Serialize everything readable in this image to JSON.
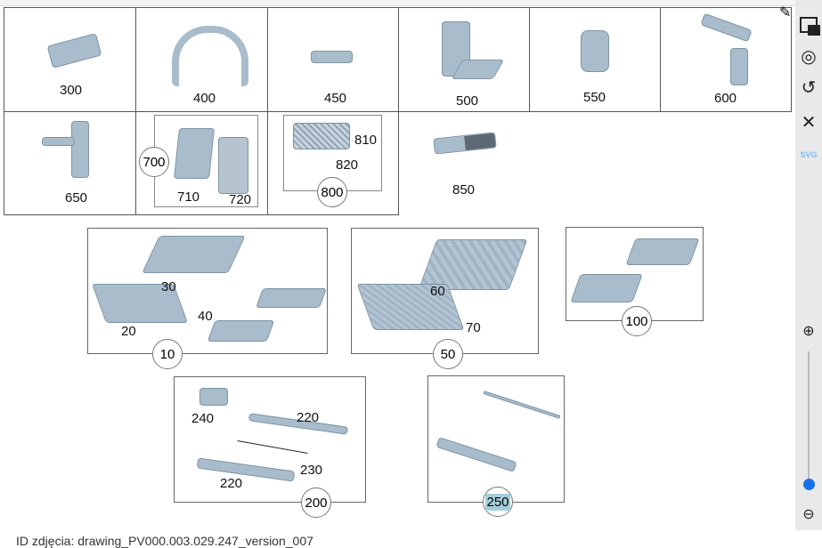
{
  "top_row": [
    "300",
    "400",
    "450",
    "500",
    "550",
    "600"
  ],
  "second_row": {
    "c650": "650",
    "c710": "710",
    "c720": "720",
    "c700": "700",
    "c810": "810",
    "c820": "820",
    "c800": "800",
    "c850": "850"
  },
  "mats": {
    "g10": {
      "circle": "10",
      "l20": "20",
      "l30": "30",
      "l40": "40"
    },
    "g50": {
      "circle": "50",
      "l60": "60",
      "l70": "70"
    },
    "g100": {
      "circle": "100"
    }
  },
  "bottom": {
    "g200": {
      "circle": "200",
      "l240": "240",
      "l220a": "220",
      "l230": "230",
      "l220b": "220"
    },
    "g250": {
      "circle": "250"
    }
  },
  "footer": "ID zdjęcia: drawing_PV000.003.029.247_version_007",
  "toolbar": {
    "svg_label": "SVG"
  },
  "colors": {
    "part": "#a9bccc",
    "highlight": "#a6cfdc",
    "slider": "#1a6fe8"
  }
}
